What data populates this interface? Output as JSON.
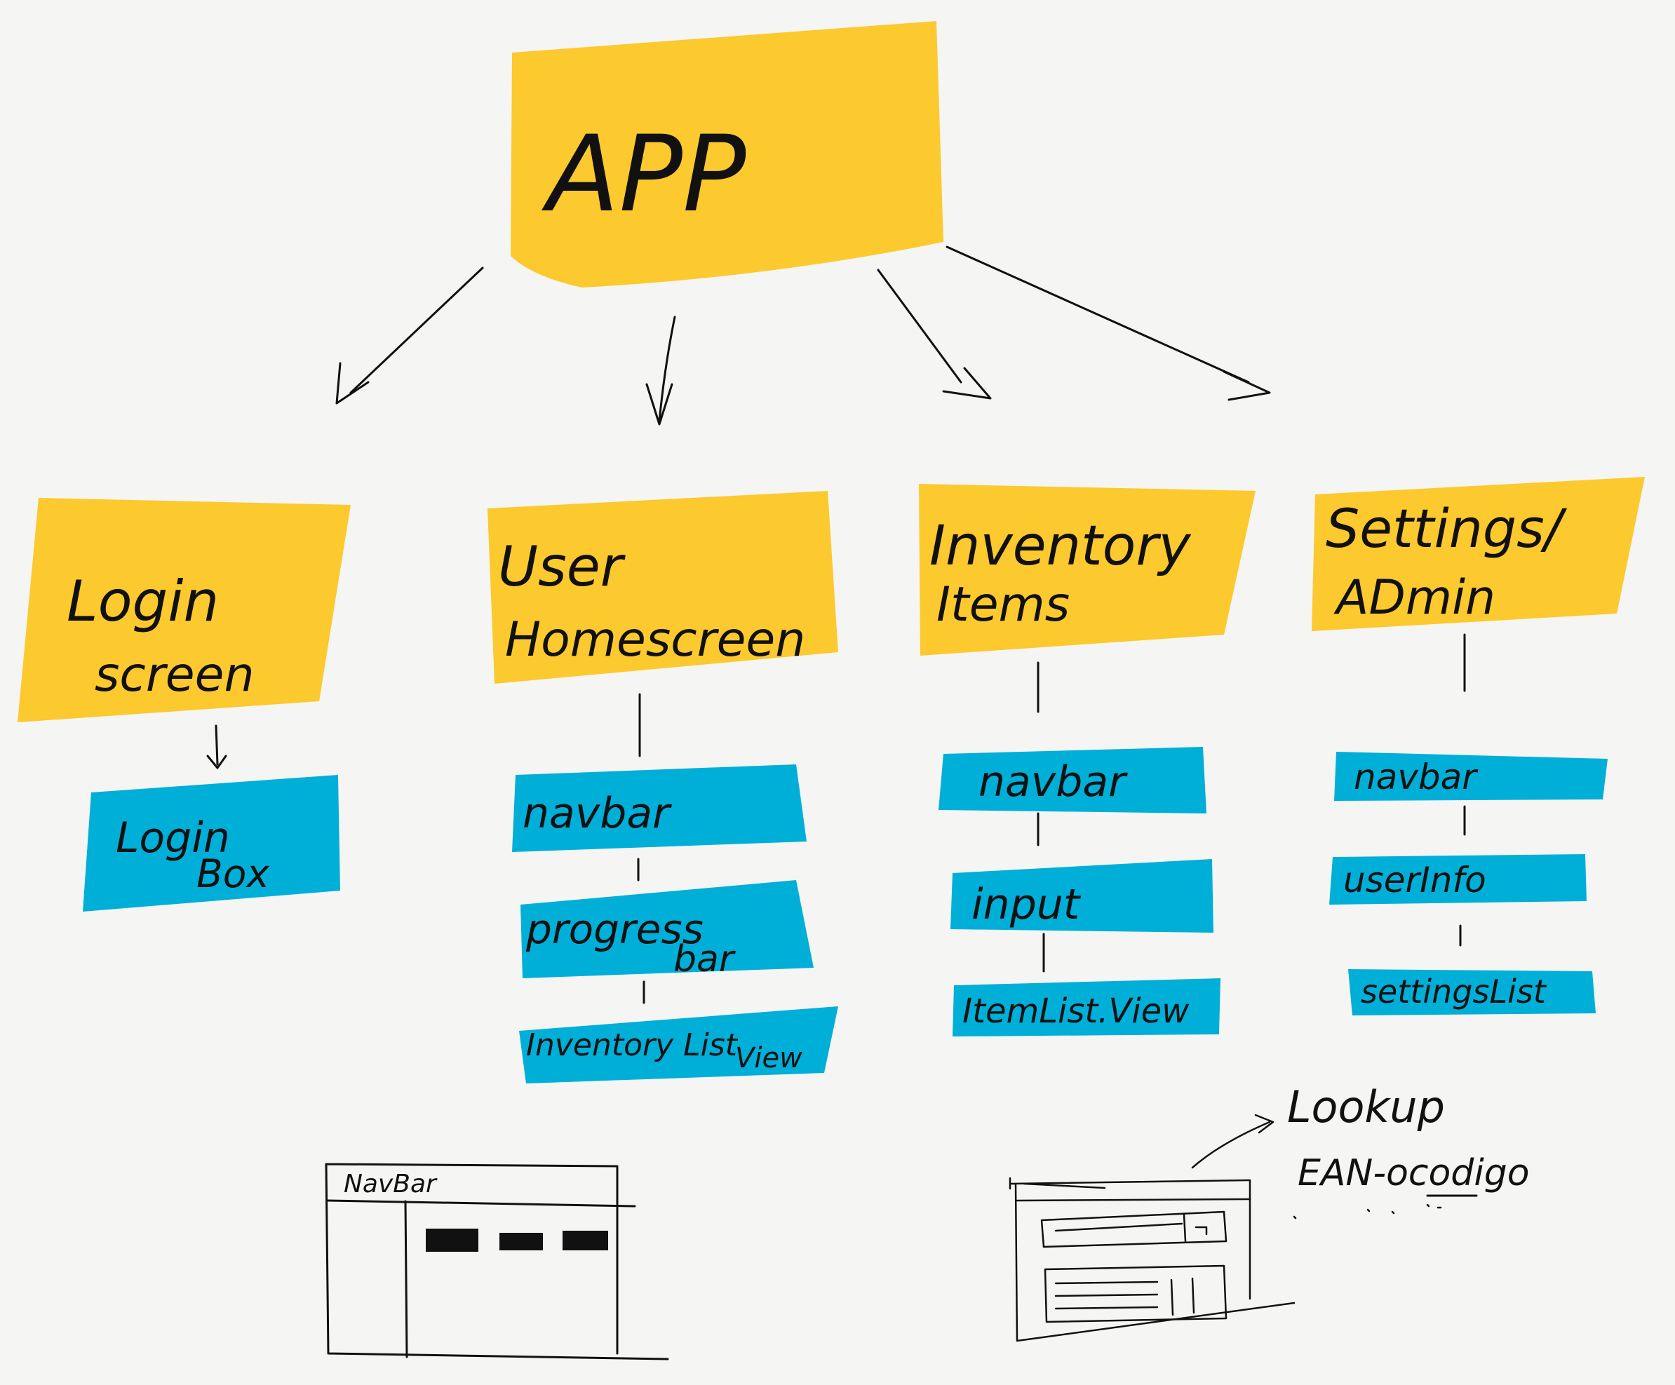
{
  "root": {
    "label": "APP"
  },
  "branches": [
    {
      "title_lines": [
        "Login",
        "screen"
      ],
      "children": [
        {
          "lines": [
            "Login",
            "Box"
          ]
        }
      ]
    },
    {
      "title_lines": [
        "User",
        "Homescreen"
      ],
      "children": [
        {
          "lines": [
            "navbar"
          ]
        },
        {
          "lines": [
            "progress",
            "bar"
          ]
        },
        {
          "lines": [
            "Inventory List",
            "View"
          ]
        }
      ]
    },
    {
      "title_lines": [
        "Inventory",
        "Items"
      ],
      "children": [
        {
          "lines": [
            "navbar"
          ]
        },
        {
          "lines": [
            "input"
          ]
        },
        {
          "lines": [
            "ItemList.View"
          ]
        }
      ]
    },
    {
      "title_lines": [
        "Settings/",
        "ADmin"
      ],
      "children": [
        {
          "lines": [
            "navbar"
          ]
        },
        {
          "lines": [
            "userInfo"
          ]
        },
        {
          "lines": [
            "settingsList"
          ]
        }
      ]
    }
  ],
  "sketches": {
    "navbar_wireframe_label": "NavBar",
    "lookup_note_lines": [
      "Lookup",
      "EAN-ocodigo"
    ]
  },
  "colors": {
    "component_box": "#fcc92e",
    "subcomponent_box": "#00afd8",
    "ink": "#111111",
    "paper": "#f5f5f3"
  }
}
